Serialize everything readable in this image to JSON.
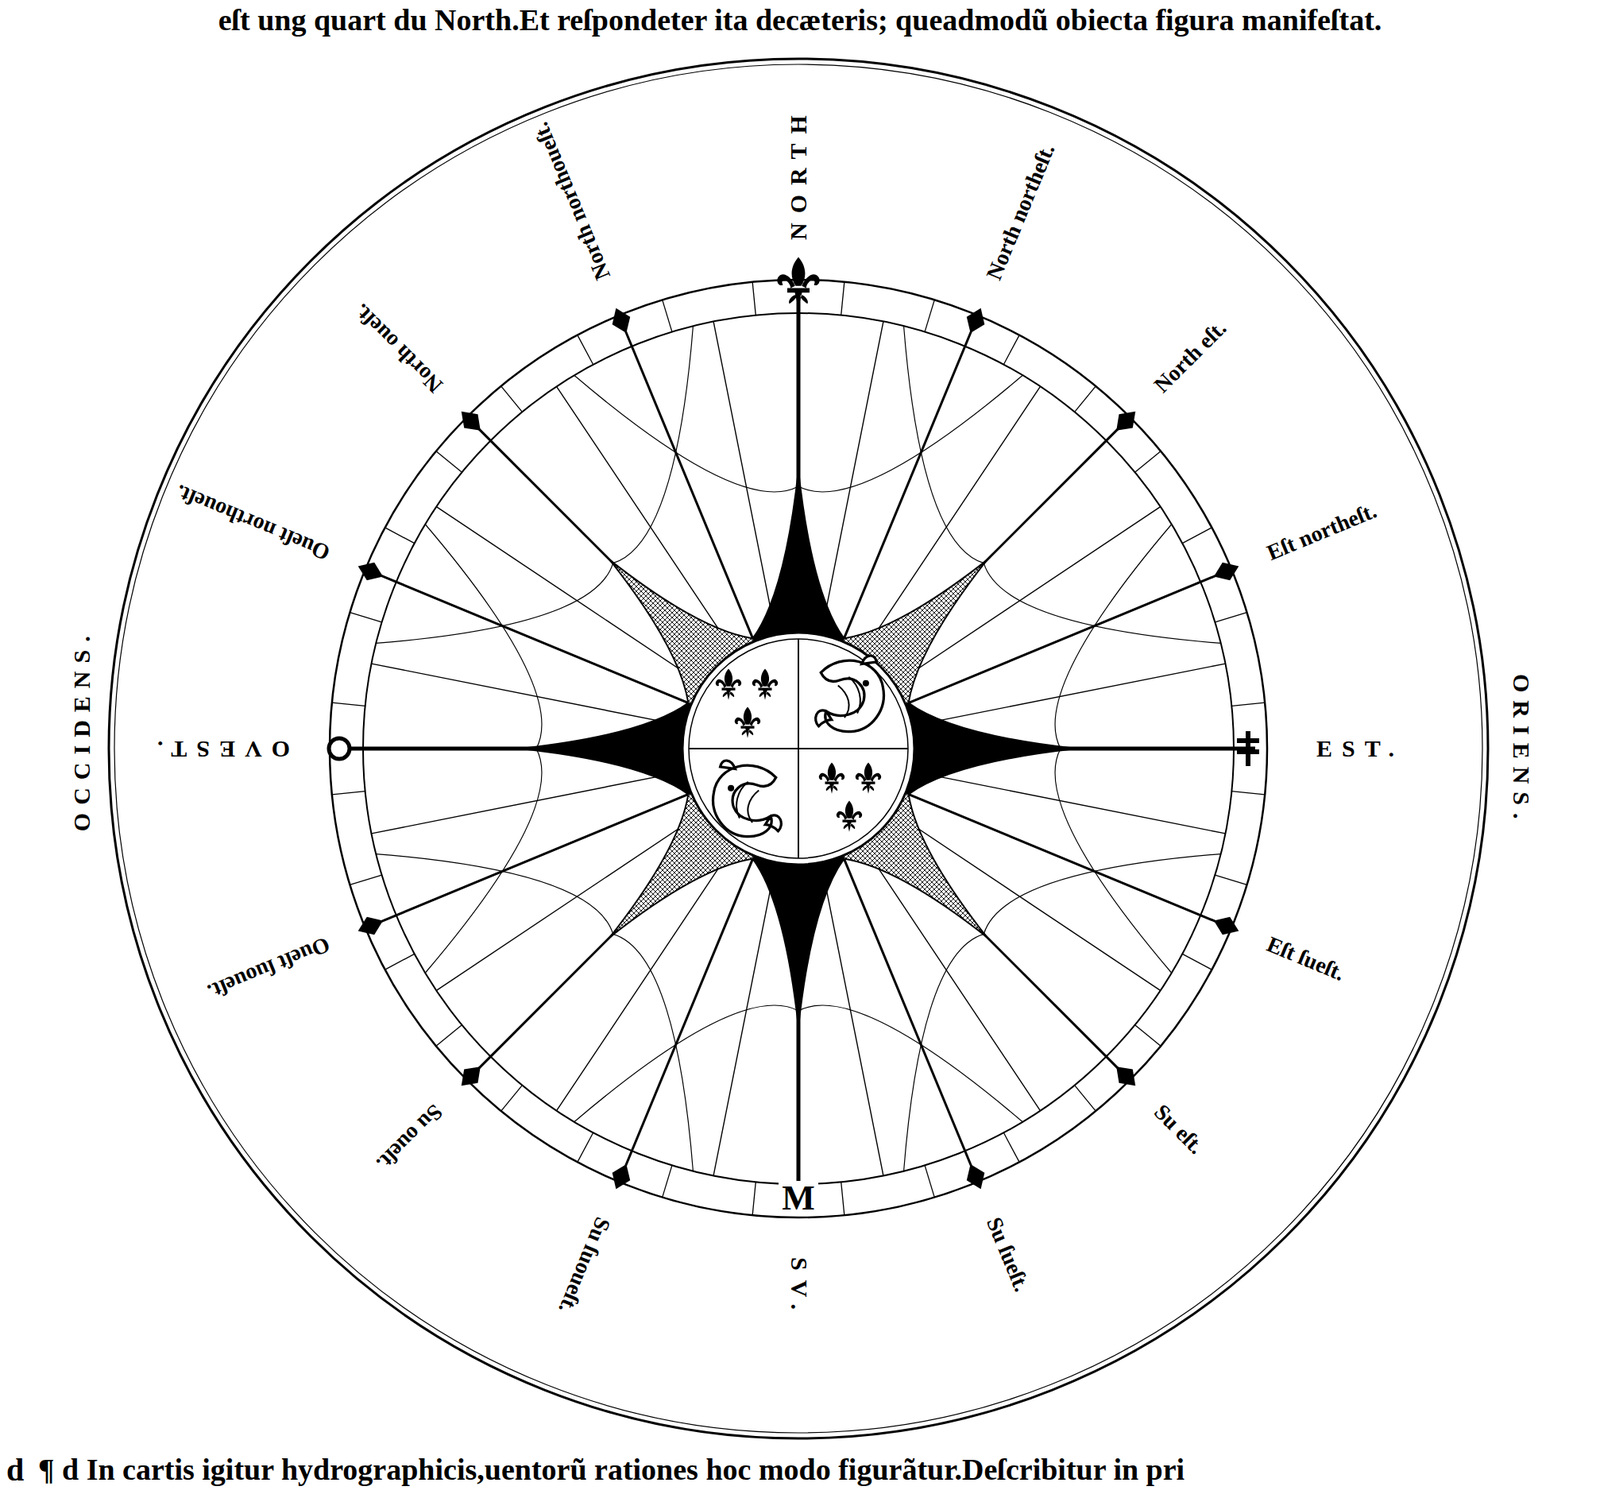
{
  "diagram": {
    "labels": [
      "eſt ung quart du North.Et reſpondeter ita decæteris; queadmodũ obiecta figura manifeſtat.",
      "NORTH",
      "North northeſt.",
      "North eſt.",
      "Eſt northeſt.",
      "EST.",
      "Eſt ſueſt.",
      "Su eſt.",
      "Su ſueſt.",
      "SV.",
      "Su ſuoueſt.",
      "Su oueſt.",
      "Oueſt ſuoueſt.",
      "OVEST.",
      "Oueſt northoueſt.",
      "North oueſt.",
      "North northoueſt.",
      "OCCIDENS.",
      "ORIENS.",
      "M",
      "d",
      "¶ d In cartis igitur hydrographicis,uentorũ rationes hoc modo figurãtur.Deſcribitur in pri"
    ]
  }
}
